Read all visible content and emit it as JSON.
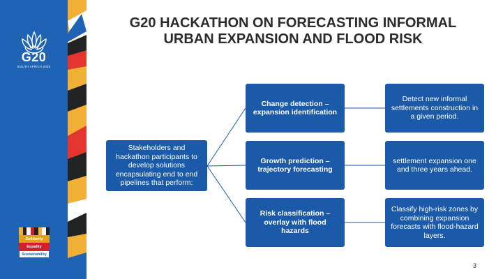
{
  "slide": {
    "title_line1": "G20 HACKATHON ON FORECASTING INFORMAL",
    "title_line2": "URBAN EXPANSION AND FLOOD RISK",
    "page_number": "3"
  },
  "logo": {
    "text": "G20",
    "subtext": "SOUTH AFRICA 2025"
  },
  "pillars": [
    {
      "label": "Solidarity",
      "color": "#e0a11b"
    },
    {
      "label": "Equality",
      "color": "#d32027"
    },
    {
      "label": "Sustainability",
      "color": "#1f63b4"
    }
  ],
  "diagram": {
    "root": "Stakeholders and hackathon participants to develop solutions encapsulating end to end pipelines that perform:",
    "branches": [
      {
        "label": "Change detection – expansion identification",
        "detail": "Detect new informal settlements construction in a given period."
      },
      {
        "label": "Growth prediction – trajectory forecasting",
        "detail": "settlement expansion one and three years ahead."
      },
      {
        "label": "Risk classification – overlay with flood hazards",
        "detail": "Classify high-risk zones by combining expansion forecasts with flood-hazard layers."
      }
    ]
  },
  "colors": {
    "sidebar": "#1f63b4",
    "box": "#1a5aa8",
    "connector": "#1a5aa8"
  }
}
